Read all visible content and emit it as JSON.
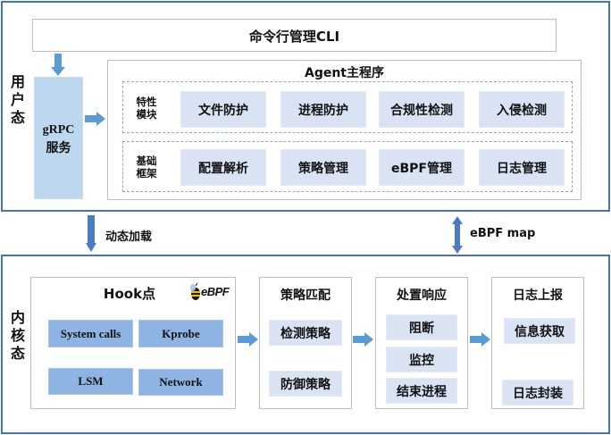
{
  "user_space": {
    "label": "用户态",
    "cli": "命令行管理CLI",
    "grpc": {
      "line1": "gRPC",
      "line2": "服务"
    },
    "agent": {
      "title": "Agent主程序",
      "feature_row": {
        "label_line1": "特性",
        "label_line2": "模块",
        "items": [
          "文件防护",
          "进程防护",
          "合规性检测",
          "入侵检测"
        ]
      },
      "base_row": {
        "label_line1": "基础",
        "label_line2": "框架",
        "items": [
          "配置解析",
          "策略管理",
          "eBPF管理",
          "日志管理"
        ]
      }
    }
  },
  "connectors": {
    "dynamic_load": "动态加载",
    "ebpf_map": "eBPF map"
  },
  "kernel_space": {
    "label": "内核态",
    "hook": {
      "title": "Hook点",
      "logo": "eBPF",
      "items": [
        "System calls",
        "Kprobe",
        "LSM",
        "Network"
      ]
    },
    "policy_match": {
      "title": "策略匹配",
      "items": [
        "检测策略",
        "防御策略"
      ]
    },
    "response": {
      "title": "处置响应",
      "items": [
        "阻断",
        "监控",
        "结束进程"
      ]
    },
    "log_report": {
      "title": "日志上报",
      "items": [
        "信息获取",
        "日志封装"
      ]
    }
  },
  "colors": {
    "layer_border": "#4472c4",
    "arrow": "#5b9bd5",
    "cell_fill": "#dae3f3",
    "hook_fill": "#8eb4e3",
    "grpc_fill": "#bdd7ee"
  }
}
